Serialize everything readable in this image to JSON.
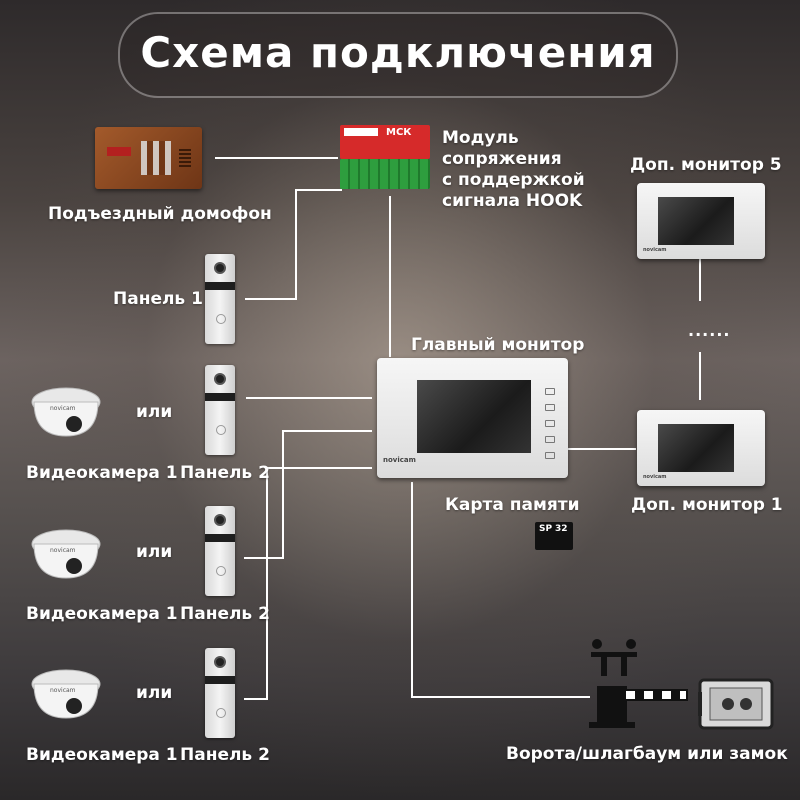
{
  "title": "Схема подключения",
  "labels": {
    "entrance_intercom": "Подъездный домофон",
    "module": "Модуль\nсопряжения\nс поддержкой\nсигнала HOOK",
    "module_brand": "МСК",
    "ext_monitor_5": "Доп. монитор 5",
    "panel_1": "Панель 1",
    "main_monitor": "Главный монитор",
    "or": "или",
    "camera": "Видеокамера 1",
    "panel_2": "Панель 2",
    "memory_card": "Карта памяти",
    "ext_monitor_1": "Доп. монитор 1",
    "gate": "Ворота/шлагбаум или замок",
    "ellipsis": "......",
    "sd_brand": "SP",
    "sd_size": "32",
    "monitor_brand": "novicam",
    "camera_brand": "novicam"
  },
  "colors": {
    "wire": "#ffffff",
    "module_red": "#d62a2a",
    "intercom_brown": "#8a4a22"
  }
}
